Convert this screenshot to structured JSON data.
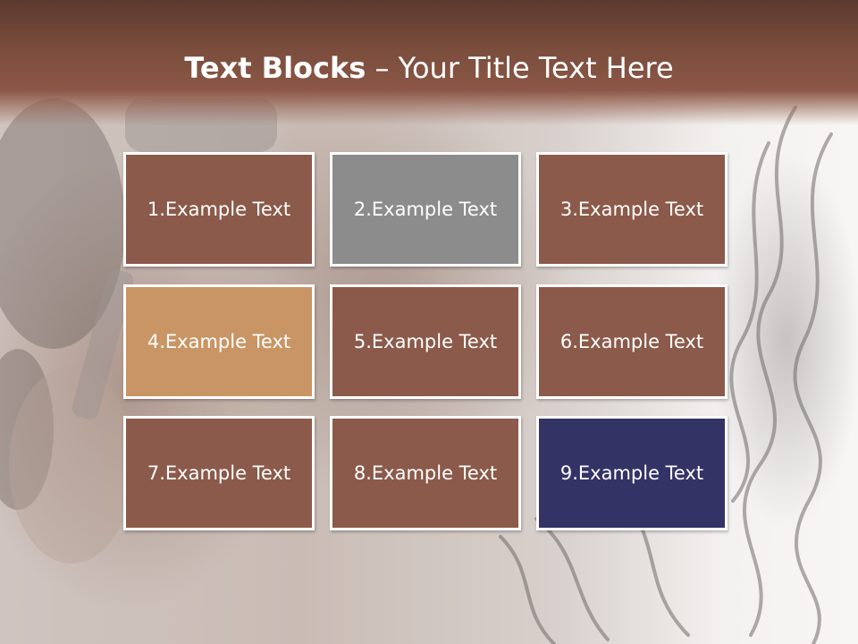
{
  "slide": {
    "title_bold": "Text Blocks",
    "title_separator": "–",
    "title_rest": "Your Title Text Here"
  },
  "blocks": [
    {
      "label": "1.Example Text",
      "color": "#8b5a4a"
    },
    {
      "label": "2.Example Text",
      "color": "#8d8c8c"
    },
    {
      "label": "3.Example Text",
      "color": "#8b5a4a"
    },
    {
      "label": "4.Example Text",
      "color": "#c99564"
    },
    {
      "label": "5.Example Text",
      "color": "#8b5a4a"
    },
    {
      "label": "6.Example Text",
      "color": "#8b5a4a"
    },
    {
      "label": "7.Example Text",
      "color": "#8b5a4a"
    },
    {
      "label": "8.Example Text",
      "color": "#8b5a4a"
    },
    {
      "label": "9.Example Text",
      "color": "#333366"
    }
  ],
  "colors": {
    "header": "#8c5746",
    "tile_border": "#ffffff"
  }
}
